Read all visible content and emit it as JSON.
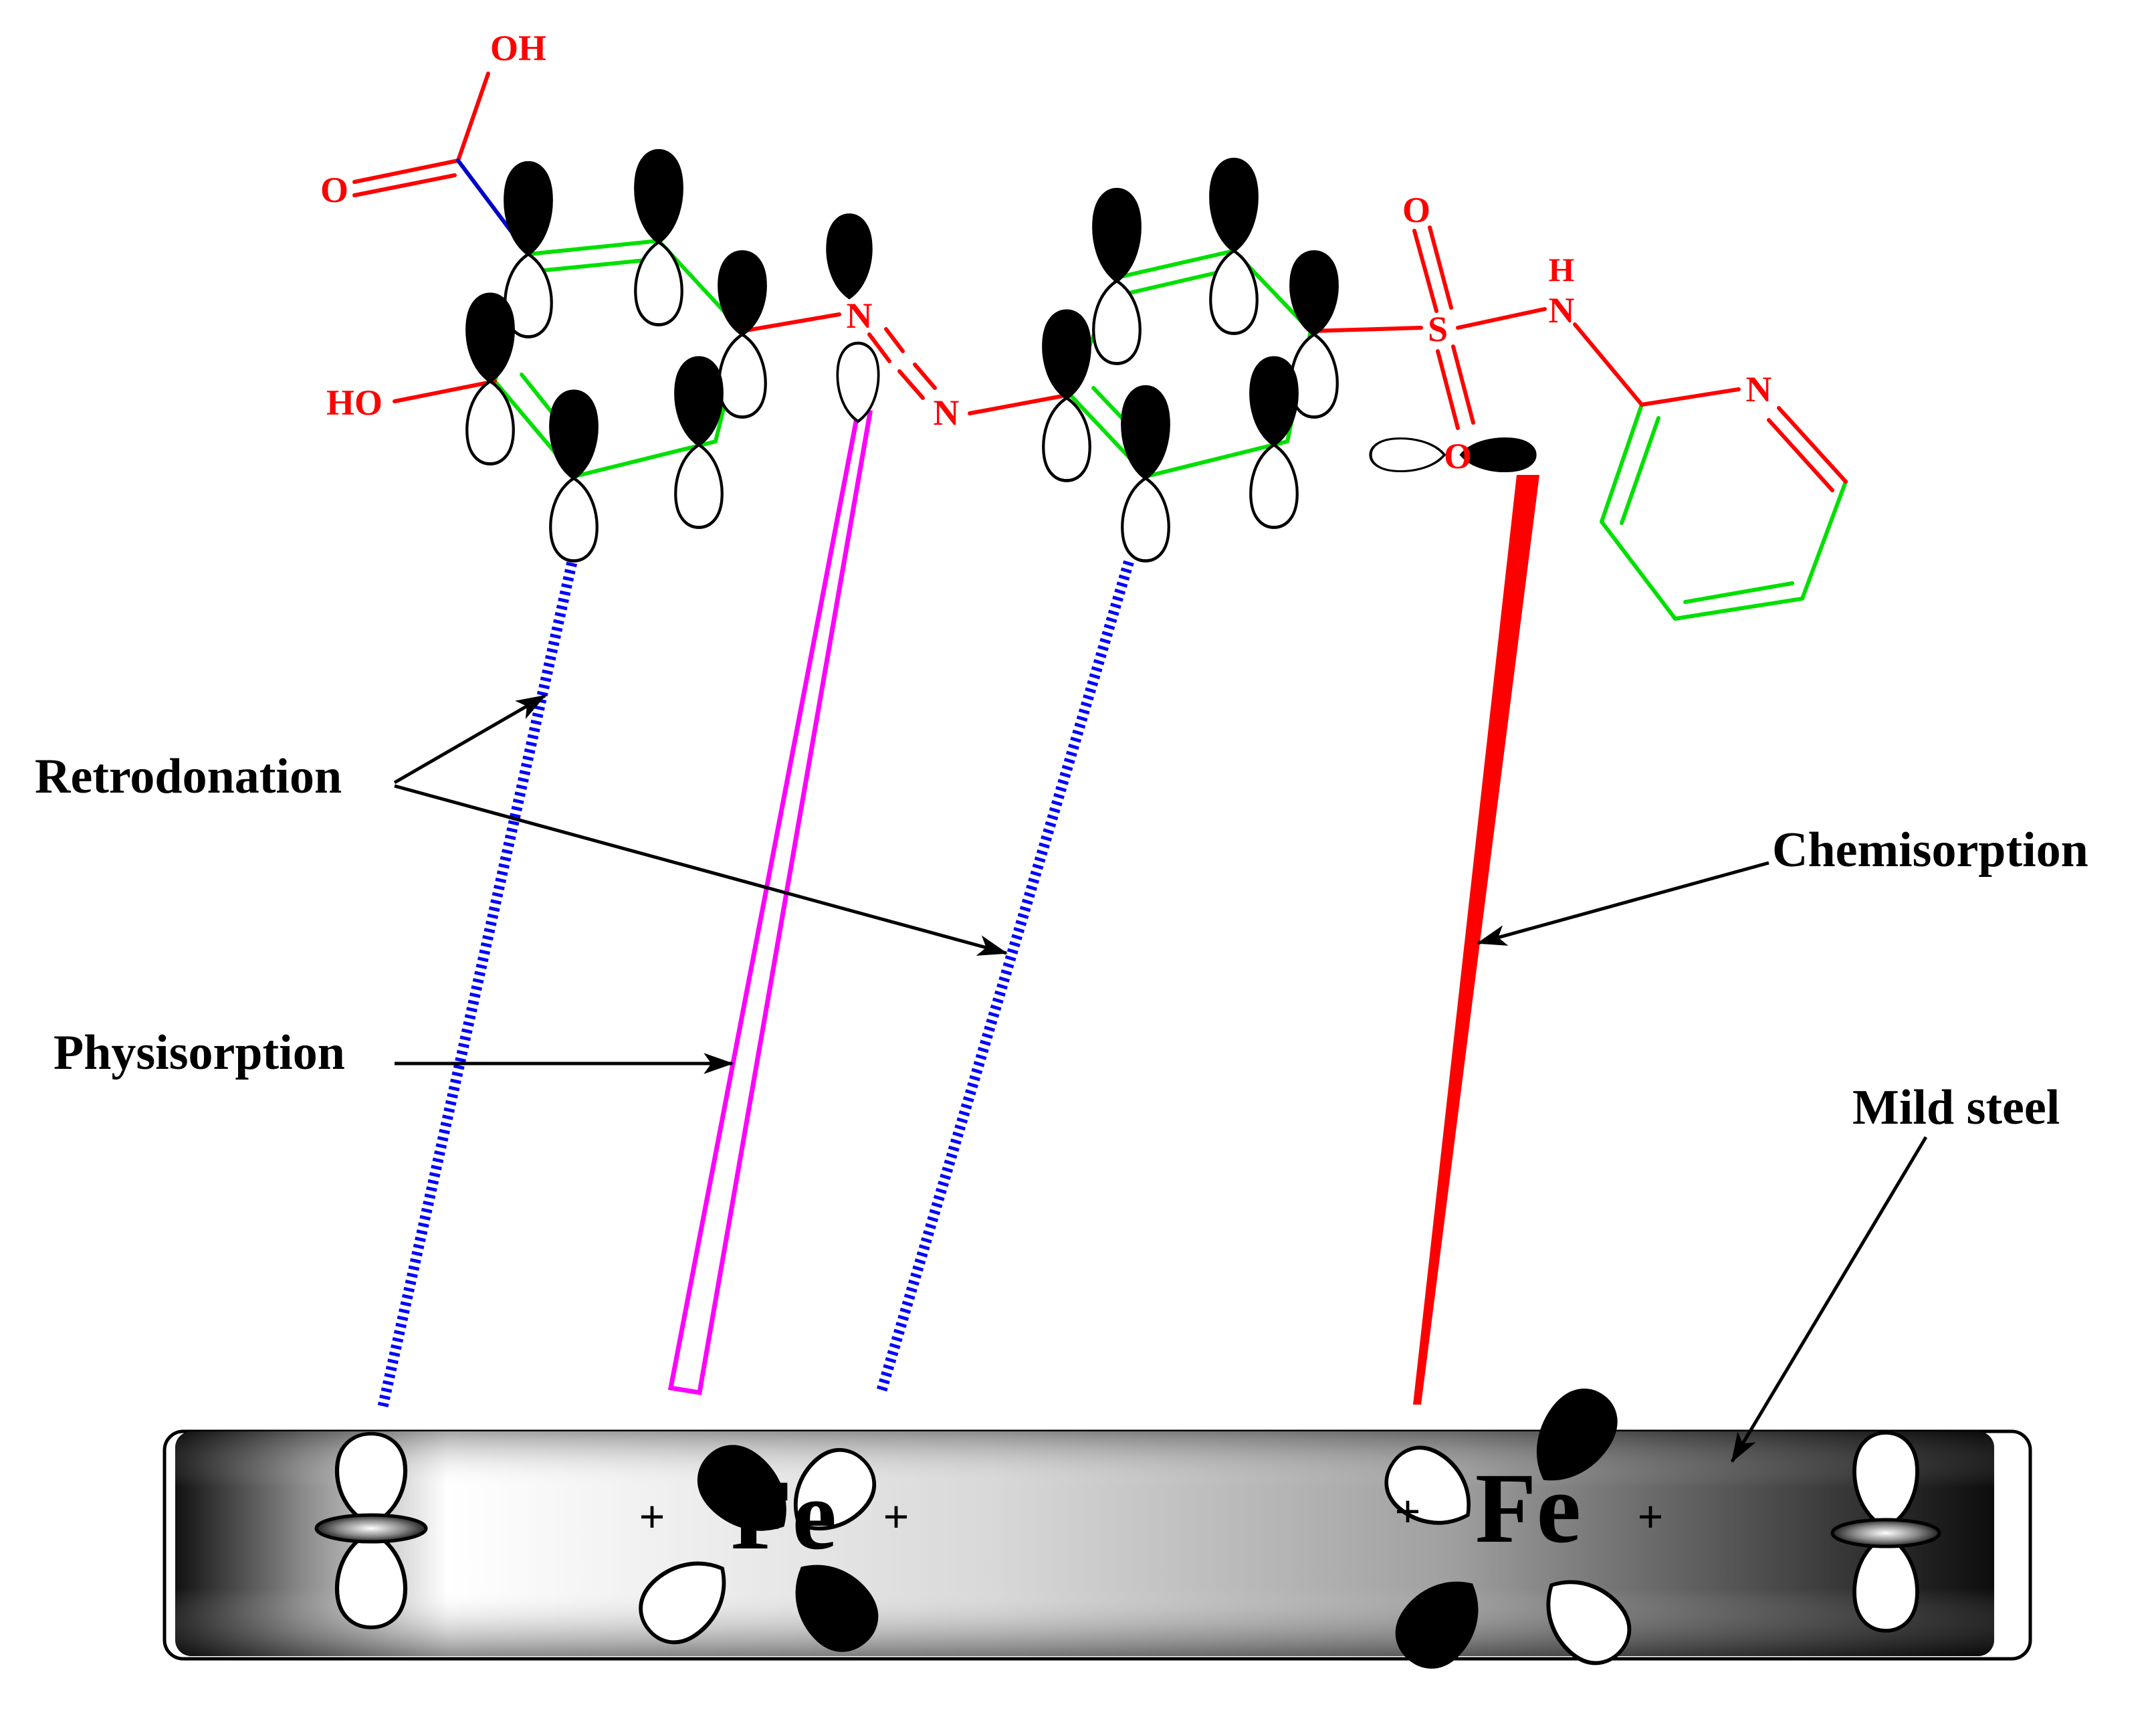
{
  "labels": {
    "retrodonation": "Retrodonation",
    "physisorption": "Physisorption",
    "chemisorption": "Chemisorption",
    "mild_steel": "Mild steel"
  },
  "metal": {
    "symbol": "Fe",
    "charge": "+"
  },
  "atoms": {
    "carboxyl_oh": "OH",
    "carboxyl_o": "O",
    "hydroxyl": "HO",
    "azo_n1": "N",
    "azo_n2": "N",
    "sulfur": "S",
    "sulfonyl_o_top": "O",
    "sulfonyl_o_bottom": "O",
    "amine_h": "H",
    "amine_n": "N",
    "pyridine_n": "N"
  },
  "colors": {
    "ring_bond": "#00e000",
    "hetero_bond": "#ff0000",
    "carboxyl_link": "#0000cc",
    "retrodonation": "#0000ff",
    "physisorption": "#ff00ff",
    "chemisorption": "#ff0000",
    "orbital_dark": "#000000",
    "orbital_light": "#ffffff"
  }
}
